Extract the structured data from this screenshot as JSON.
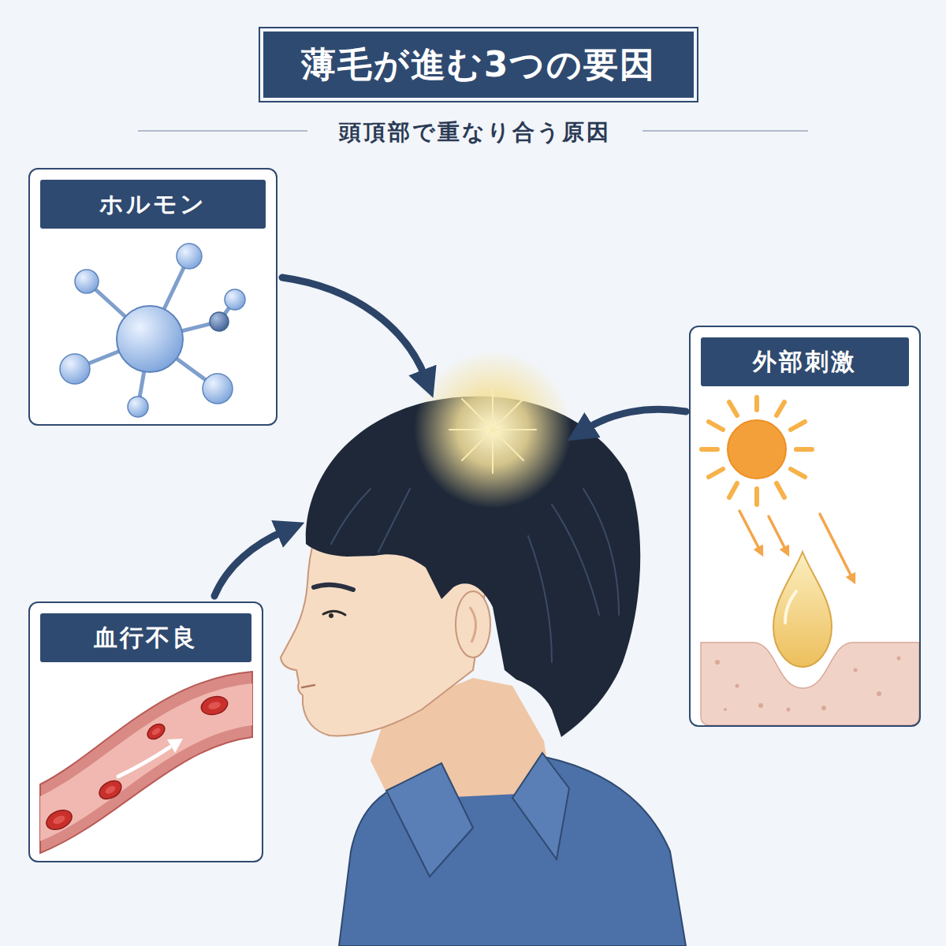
{
  "diagram": {
    "title": "薄毛が進む3つの要因",
    "nodes": [
      {
        "text": [
          "ホルモン"
        ]
      },
      {
        "text": [
          "外部刺激"
        ]
      },
      {
        "text": [
          "血行不良"
        ]
      }
    ],
    "labels": [
      "頭頂部で重なり合う原因"
    ]
  }
}
